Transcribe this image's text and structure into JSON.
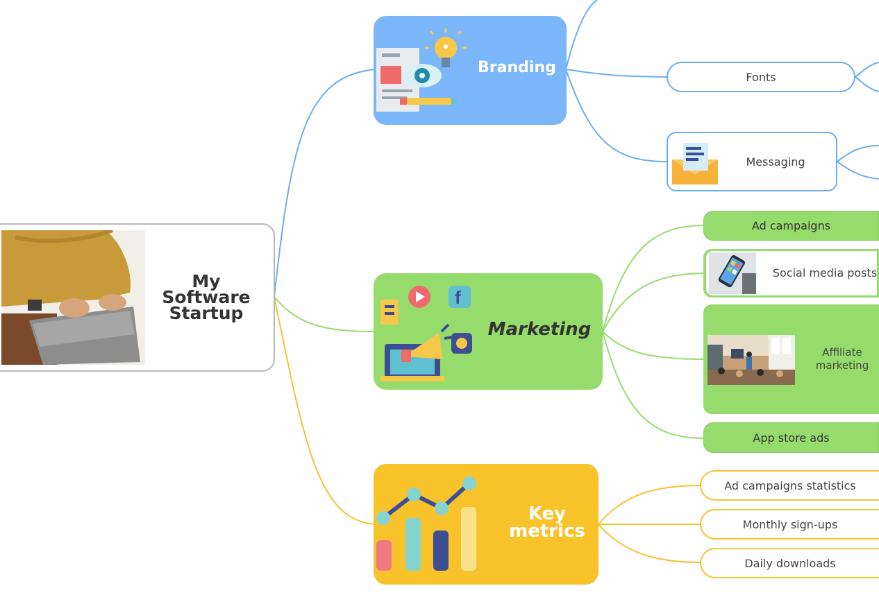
{
  "root": {
    "title_lines": [
      "My",
      "Software",
      "Startup"
    ]
  },
  "branding": {
    "title": "Branding",
    "children": {
      "fonts": "Fonts",
      "messaging": "Messaging"
    }
  },
  "marketing": {
    "title": "Marketing",
    "children": {
      "ad_campaigns": "Ad campaigns",
      "social_media_posts": "Social media posts",
      "affiliate_lines": [
        "Affiliate",
        "marketing"
      ],
      "app_store_ads": "App store ads"
    }
  },
  "key_metrics": {
    "title_lines": [
      "Key",
      "metrics"
    ],
    "children": {
      "ad_campaigns_statistics": "Ad campaigns statistics",
      "monthly_signups": "Monthly sign-ups",
      "daily_downloads": "Daily downloads"
    }
  },
  "colors": {
    "branding": "#7ab6f8",
    "marketing": "#96dc6c",
    "key_metrics": "#f8c22a",
    "connector_blue": "#6aaef0",
    "connector_green": "#96dc6c",
    "connector_yellow": "#f6c233"
  }
}
